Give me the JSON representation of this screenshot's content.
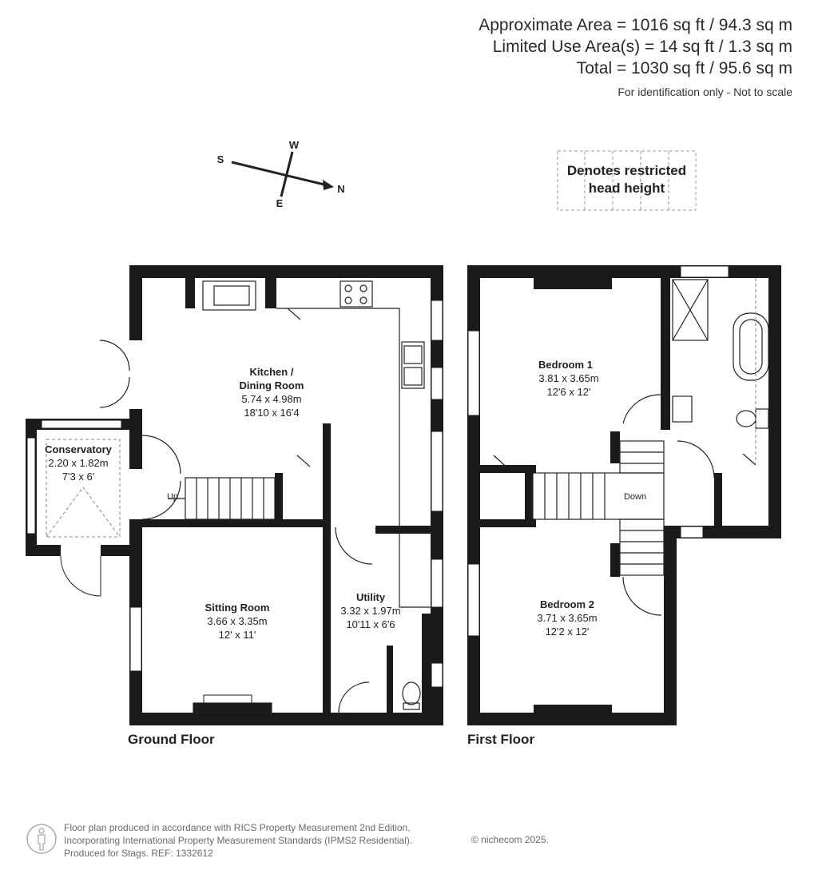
{
  "header": {
    "approx_area": "Approximate Area = 1016 sq ft / 94.3 sq m",
    "limited_area": "Limited Use Area(s) = 14 sq ft / 1.3 sq m",
    "total_area": "Total = 1030 sq ft / 95.6 sq m",
    "note": "For identification only - Not to scale"
  },
  "legend": {
    "line1": "Denotes restricted",
    "line2": "head height"
  },
  "compass": {
    "n": "N",
    "s": "S",
    "e": "E",
    "w": "W"
  },
  "floors": {
    "ground": {
      "label": "Ground Floor",
      "rooms": {
        "kitchen": {
          "name1": "Kitchen /",
          "name2": "Dining Room",
          "metric": "5.74 x 4.98m",
          "imperial": "18'10 x 16'4"
        },
        "conservatory": {
          "name": "Conservatory",
          "metric": "2.20 x 1.82m",
          "imperial": "7'3 x 6'"
        },
        "sitting": {
          "name": "Sitting Room",
          "metric": "3.66 x 3.35m",
          "imperial": "12' x 11'"
        },
        "utility": {
          "name": "Utility",
          "metric": "3.32 x 1.97m",
          "imperial": "10'11 x 6'6"
        }
      },
      "stairs_label": "Up"
    },
    "first": {
      "label": "First Floor",
      "rooms": {
        "bedroom1": {
          "name": "Bedroom 1",
          "metric": "3.81 x 3.65m",
          "imperial": "12'6 x 12'"
        },
        "bedroom2": {
          "name": "Bedroom 2",
          "metric": "3.71 x 3.65m",
          "imperial": "12'2 x 12'"
        }
      },
      "stairs_label": "Down"
    }
  },
  "footer": {
    "line1": "Floor plan produced in accordance with RICS Property Measurement 2nd Edition,",
    "line2": "Incorporating International Property Measurement Standards (IPMS2 Residential).",
    "line3": "Produced for Stags.   REF: 1332612",
    "copyright": "© nichecom 2025."
  },
  "colors": {
    "wall": "#1a1a1a",
    "text": "#222222",
    "muted": "#6a6a6a"
  }
}
